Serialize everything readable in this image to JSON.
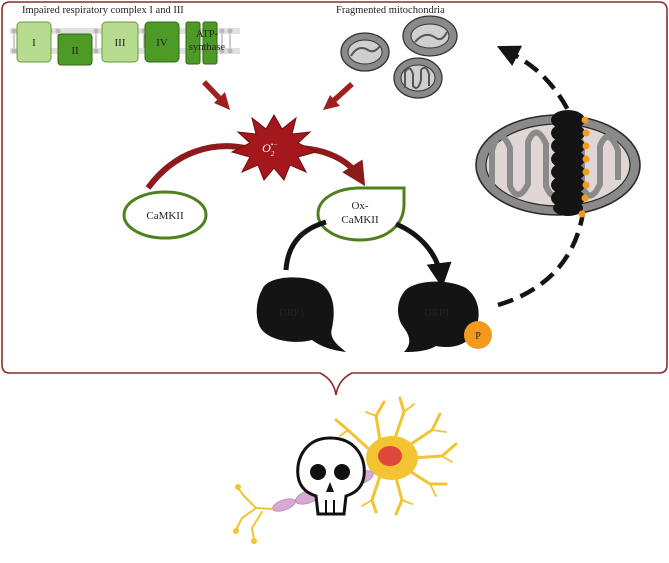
{
  "labels": {
    "complex_title": "Impaired respiratory complex I and III",
    "complex_I": "I",
    "complex_II": "II",
    "complex_III": "III",
    "complex_IV": "IV",
    "atp_line1": "ATP-",
    "atp_line2": "synthase",
    "fragmented": "Fragmented mitochondria",
    "superoxide": "O",
    "superoxide_charge": "•−",
    "superoxide_sub": "2",
    "camkii": "CaMKII",
    "ox_line1": "Ox-",
    "ox_line2": "CaMKII",
    "drp1_left": "DRP1",
    "drp1_right": "DRP1",
    "phospho": "P"
  },
  "colors": {
    "frame": "#8e2b2b",
    "complex_light": "#b7dc8f",
    "complex_dark": "#4e9a26",
    "ros_arrow": "#a02020",
    "ros_star": "#a3171d",
    "camkii_border": "#4f7f1e",
    "drp1": "#141414",
    "phospho": "#f39a1e",
    "mito_gray": "#8a8a8a",
    "neuron_yellow": "#f2c431",
    "axon_pink": "#d9a9d6"
  }
}
